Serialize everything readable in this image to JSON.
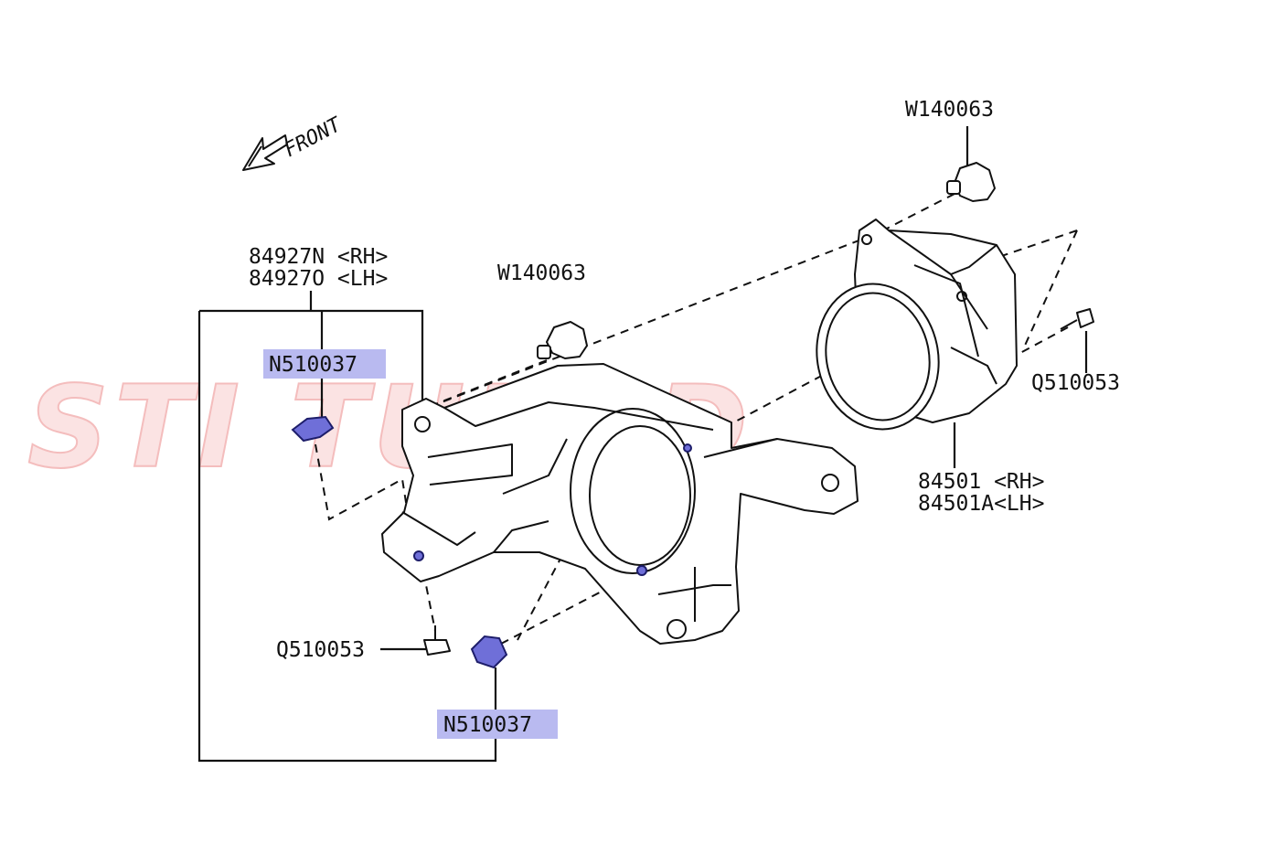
{
  "watermark": {
    "text": "STI TUNED"
  },
  "orientation": {
    "label": "FRONT"
  },
  "parts": {
    "bracket_number_rh": "84927N <RH>",
    "bracket_number_lh": "84927O <LH>",
    "clip_top": "N510037",
    "clip_bottom": "N510037",
    "screw_bracket": "Q510053",
    "grommet_bracket": "W140063",
    "grommet_lamp": "W140063",
    "screw_lamp": "Q510053",
    "lamp_number_rh": "84501  <RH>",
    "lamp_number_lh": "84501A<LH>"
  },
  "colors": {
    "highlight": "#b9baf0",
    "clip_fill": "#6f6fd8",
    "line": "#111111",
    "watermark": "#fbe3e3"
  }
}
